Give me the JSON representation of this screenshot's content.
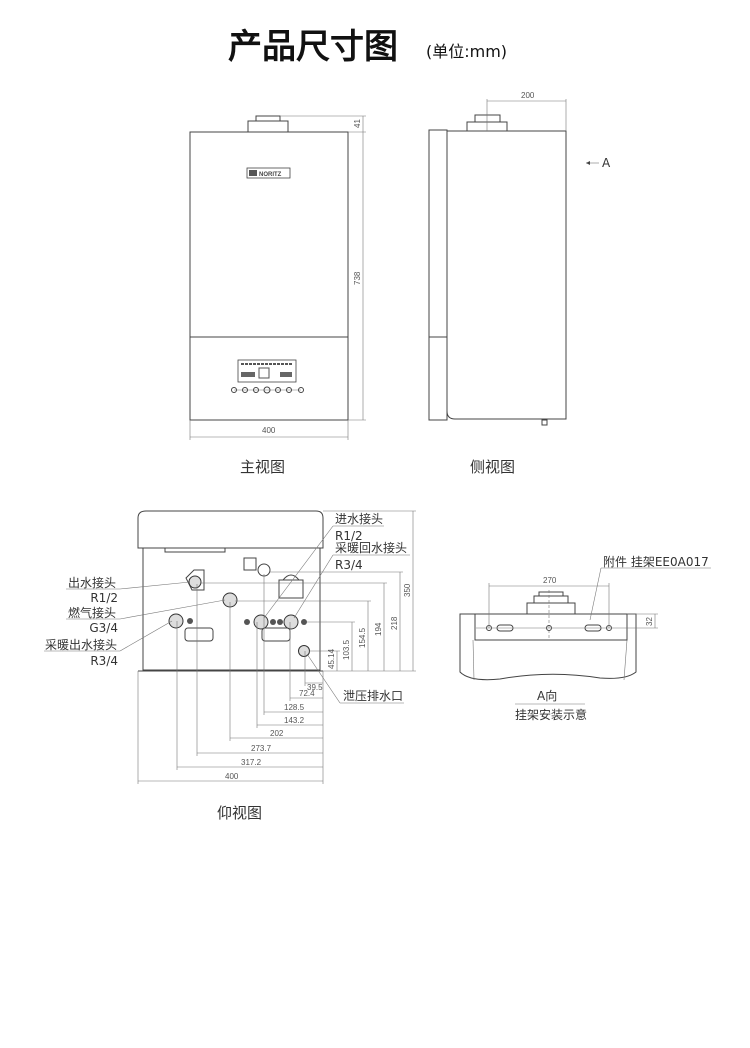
{
  "title": {
    "main": "产品尺寸图",
    "unit": "(单位:mm)"
  },
  "front_view": {
    "caption": "主视图",
    "brand": "NORITZ",
    "dims": {
      "top_pipe": "41",
      "height": "738",
      "width": "400"
    }
  },
  "side_view": {
    "caption": "侧视图",
    "dims": {
      "depth": "200"
    },
    "arrow_label": "A"
  },
  "bottom_view": {
    "caption": "仰视图",
    "left_labels": [
      {
        "name": "出水接头",
        "spec": "R1/2"
      },
      {
        "name": "燃气接头",
        "spec": "G3/4"
      },
      {
        "name": "采暖出水接头",
        "spec": "R3/4"
      }
    ],
    "right_labels": [
      {
        "name": "进水接头",
        "spec": "R1/2"
      },
      {
        "name": "采暖回水接头",
        "spec": "R3/4"
      }
    ],
    "drain_label": "泄压排水口",
    "horizontal_dims": [
      "39.5",
      "72.4",
      "128.5",
      "143.2",
      "202",
      "273.7",
      "317.2",
      "400"
    ],
    "vertical_dims": [
      "45.14",
      "103.5",
      "154.5",
      "194",
      "218",
      "350"
    ]
  },
  "a_view": {
    "accessory_label": "附件 挂架EE0A017",
    "dims": {
      "span": "270",
      "offset": "32"
    },
    "caption_top": "A向",
    "caption_bottom": "挂架安装示意"
  }
}
